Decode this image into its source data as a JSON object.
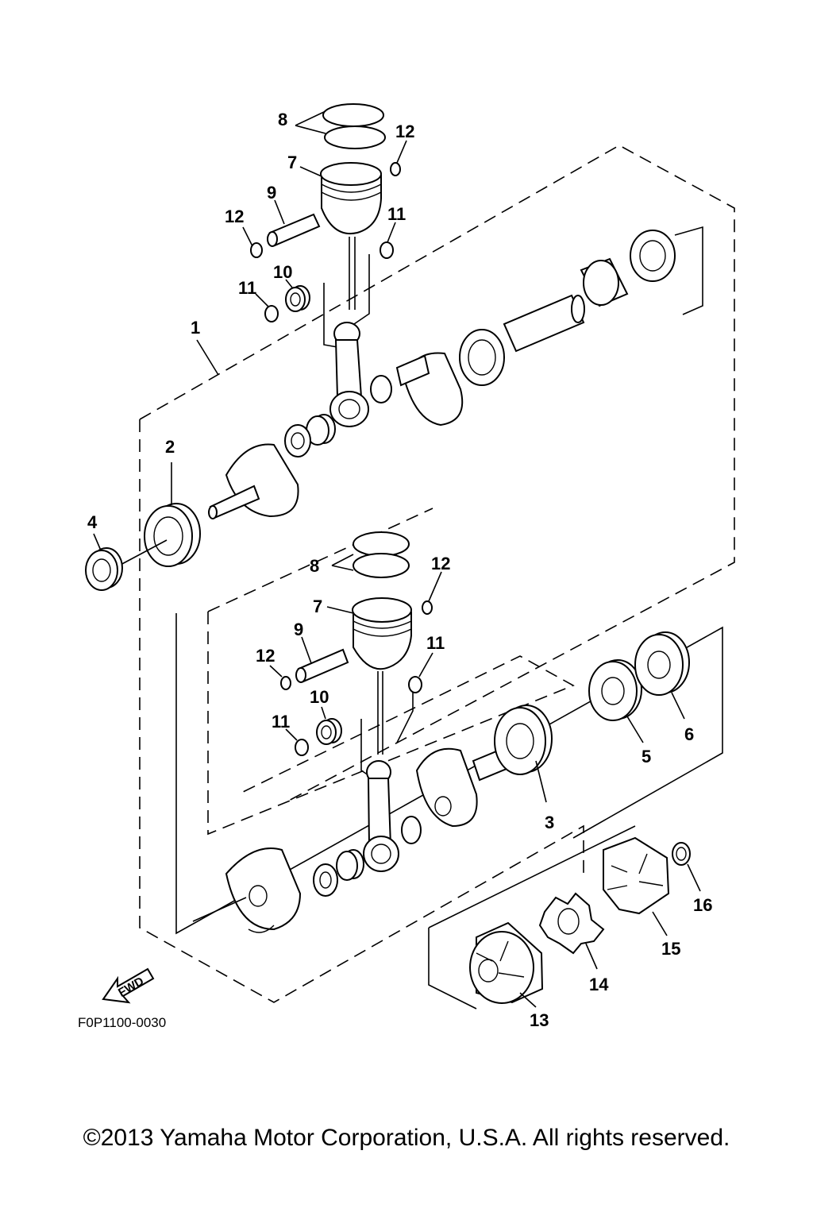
{
  "figure_code": "F0P1100-0030",
  "fwd_label": "FWD",
  "copyright": "©2013 Yamaha Motor Corporation, U.S.A. All rights reserved.",
  "callouts": [
    "1",
    "2",
    "3",
    "4",
    "5",
    "6",
    "7",
    "8",
    "9",
    "10",
    "11",
    "12",
    "13",
    "14",
    "15",
    "16"
  ]
}
